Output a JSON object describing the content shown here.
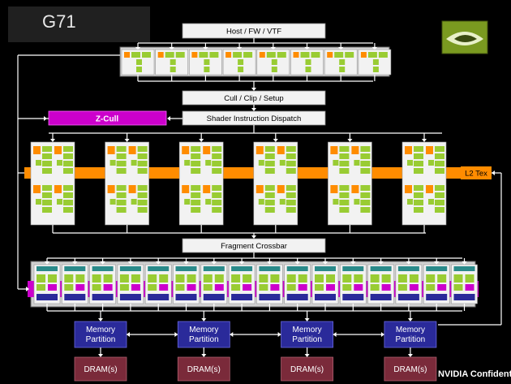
{
  "title": "G71",
  "stages": {
    "host": "Host / FW / VTF",
    "cull": "Cull / Clip / Setup",
    "zcull": "Z-Cull",
    "dispatch": "Shader Instruction Dispatch",
    "l2tex": "L2 Tex",
    "crossbar": "Fragment Crossbar"
  },
  "memory": {
    "partition_label_line1": "Memory",
    "partition_label_line2": "Partition",
    "dram_label": "DRAM(s)",
    "partitions": 4
  },
  "counts": {
    "vertex_units": 8,
    "fragment_quads": 6,
    "rops": 16
  },
  "footer": "NVIDIA Confidential",
  "logo": "nvidia-eye-logo-icon",
  "colors": {
    "background": "#000000",
    "box": "#f2f2f2",
    "orange": "#ff8c00",
    "green": "#99cc33",
    "magenta": "#cc00cc",
    "teal": "#2a8a8a",
    "navy": "#2a2a9a",
    "dram": "#7a2a3a"
  }
}
